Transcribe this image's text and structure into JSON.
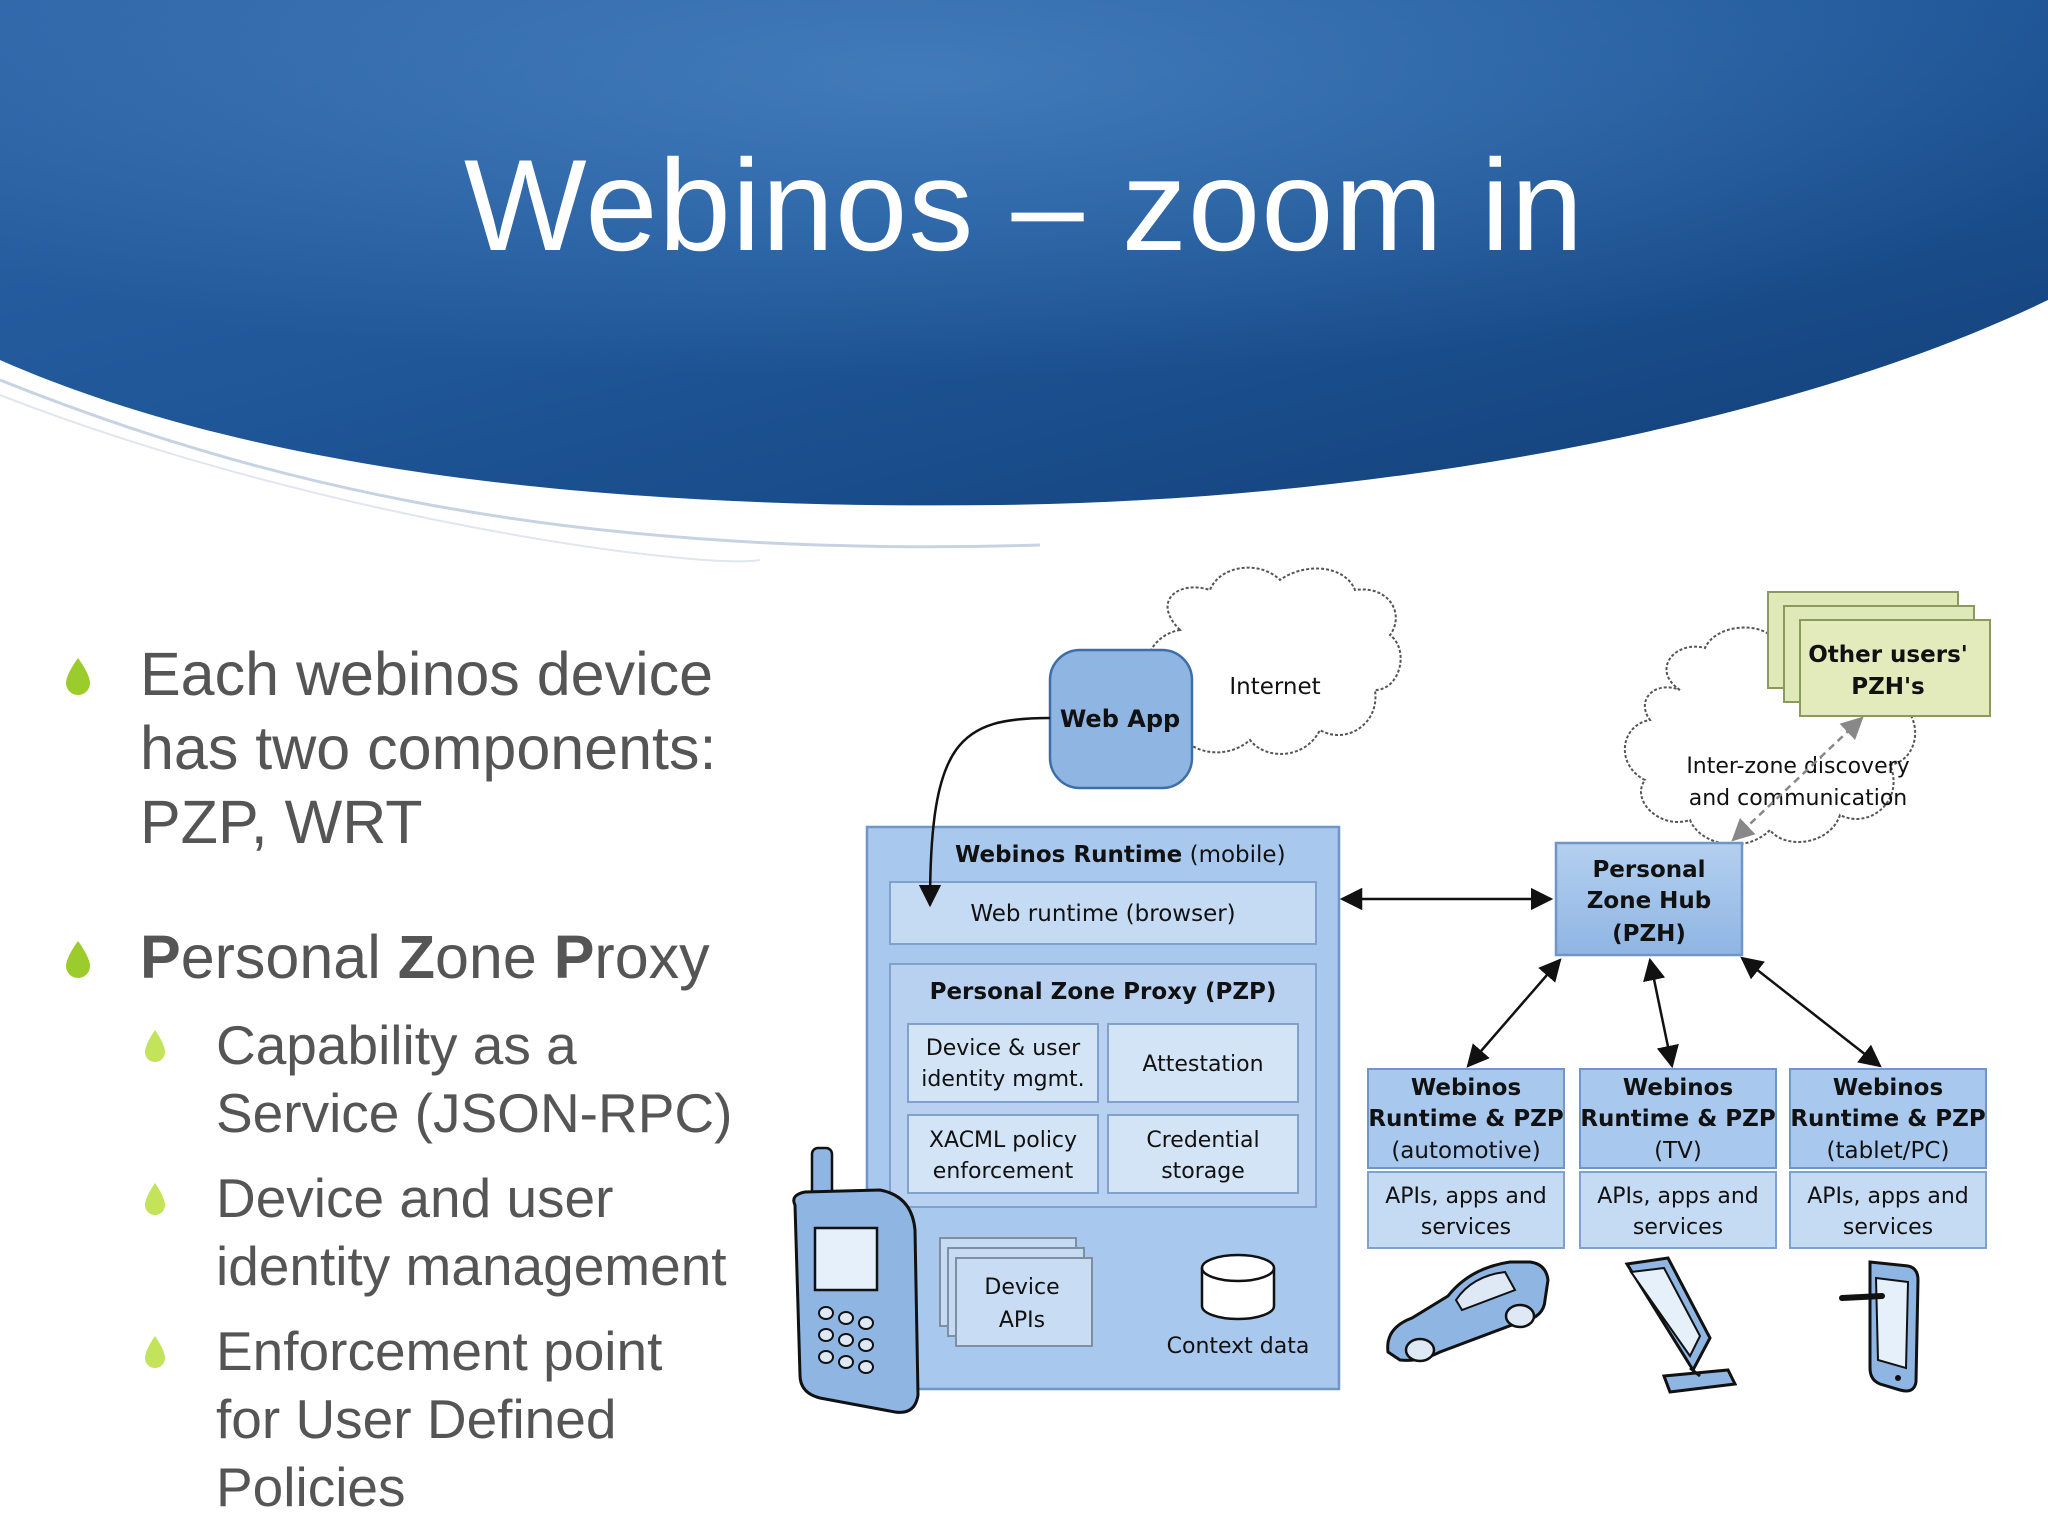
{
  "slide": {
    "title": "Webinos – zoom in",
    "bullets": [
      {
        "lines": [
          "Each webinos device",
          "has two components:",
          "PZP, WRT"
        ]
      },
      {
        "heading_parts": [
          {
            "text": "P",
            "bold": true
          },
          {
            "text": "ersonal ",
            "bold": false
          },
          {
            "text": "Z",
            "bold": true
          },
          {
            "text": "one ",
            "bold": false
          },
          {
            "text": "P",
            "bold": true
          },
          {
            "text": "roxy",
            "bold": false
          }
        ],
        "subs": [
          {
            "lines": [
              "Capability as a",
              "Service (JSON-RPC)"
            ]
          },
          {
            "lines": [
              "Device and user",
              "identity management"
            ]
          },
          {
            "lines": [
              "Enforcement point",
              "for User Defined",
              "Policies"
            ]
          }
        ]
      }
    ],
    "colors": {
      "header_blue_dark": "#1b4f8f",
      "header_blue_light": "#3f7cc0",
      "bullet_green": "#9ccc2b",
      "text_gray": "#555555",
      "box_blue": "#a9c8ee",
      "box_blue_dark": "#8fb5e3",
      "note_green": "#dfe8b8"
    }
  },
  "diagram": {
    "web_app": "Web App",
    "internet": "Internet",
    "runtime_title_bold": "Webinos Runtime",
    "runtime_title_rest": " (mobile)",
    "web_runtime": "Web runtime  (browser)",
    "pzp_title": "Personal Zone Proxy (PZP)",
    "device_identity": [
      "Device & user",
      "identity mgmt."
    ],
    "attestation": "Attestation",
    "xacml": [
      "XACML policy",
      "enforcement"
    ],
    "credential": [
      "Credential",
      "storage"
    ],
    "device_apis": [
      "Device",
      "APIs"
    ],
    "context_data": "Context data",
    "pzh": [
      "Personal",
      "Zone Hub",
      "(PZH)"
    ],
    "other_users": [
      "Other users'",
      "PZH's"
    ],
    "inter_zone": [
      "Inter-zone discovery",
      "and communication"
    ],
    "runtimes": [
      {
        "title": [
          "Webinos",
          "Runtime & PZP"
        ],
        "variant": "(automotive)",
        "apis": [
          "APIs, apps and",
          "services"
        ],
        "icon": "car-icon"
      },
      {
        "title": [
          "Webinos",
          "Runtime & PZP"
        ],
        "variant": "(TV)",
        "apis": [
          "APIs, apps and",
          "services"
        ],
        "icon": "tv-icon"
      },
      {
        "title": [
          "Webinos",
          "Runtime & PZP"
        ],
        "variant": "(tablet/PC)",
        "apis": [
          "APIs, apps and",
          "services"
        ],
        "icon": "tablet-icon"
      }
    ]
  }
}
